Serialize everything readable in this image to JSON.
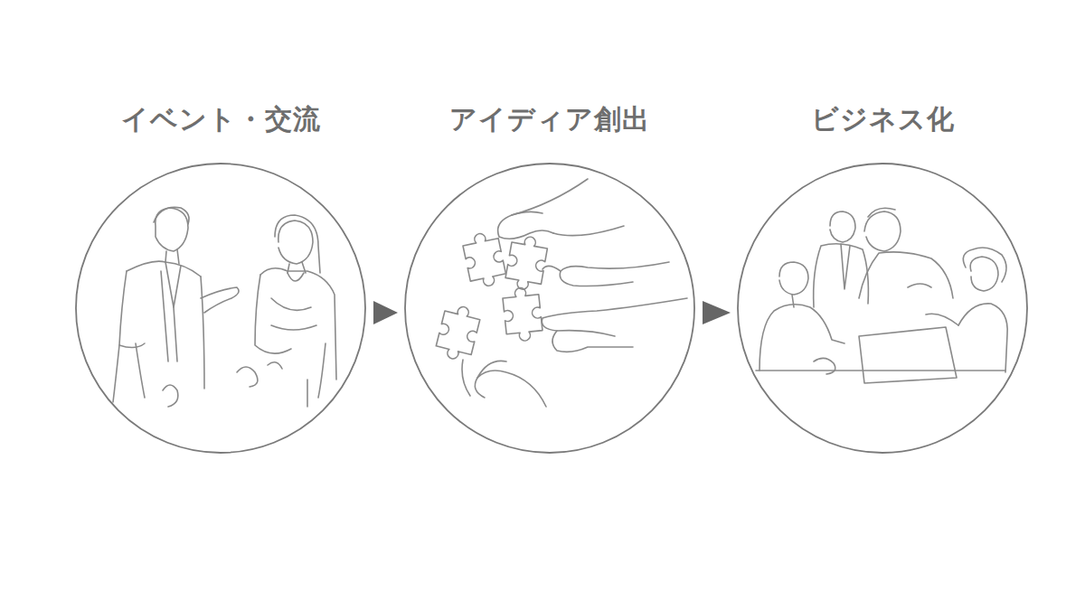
{
  "diagram": {
    "nodes": [
      {
        "text": [
          "イベント・交流"
        ]
      },
      {
        "text": [
          "アイディア創出"
        ]
      },
      {
        "text": [
          "ビジネス化"
        ]
      }
    ],
    "edges": [
      {
        "from": 0,
        "to": 1,
        "arrow": "to"
      },
      {
        "from": 1,
        "to": 2,
        "arrow": "to"
      }
    ]
  }
}
